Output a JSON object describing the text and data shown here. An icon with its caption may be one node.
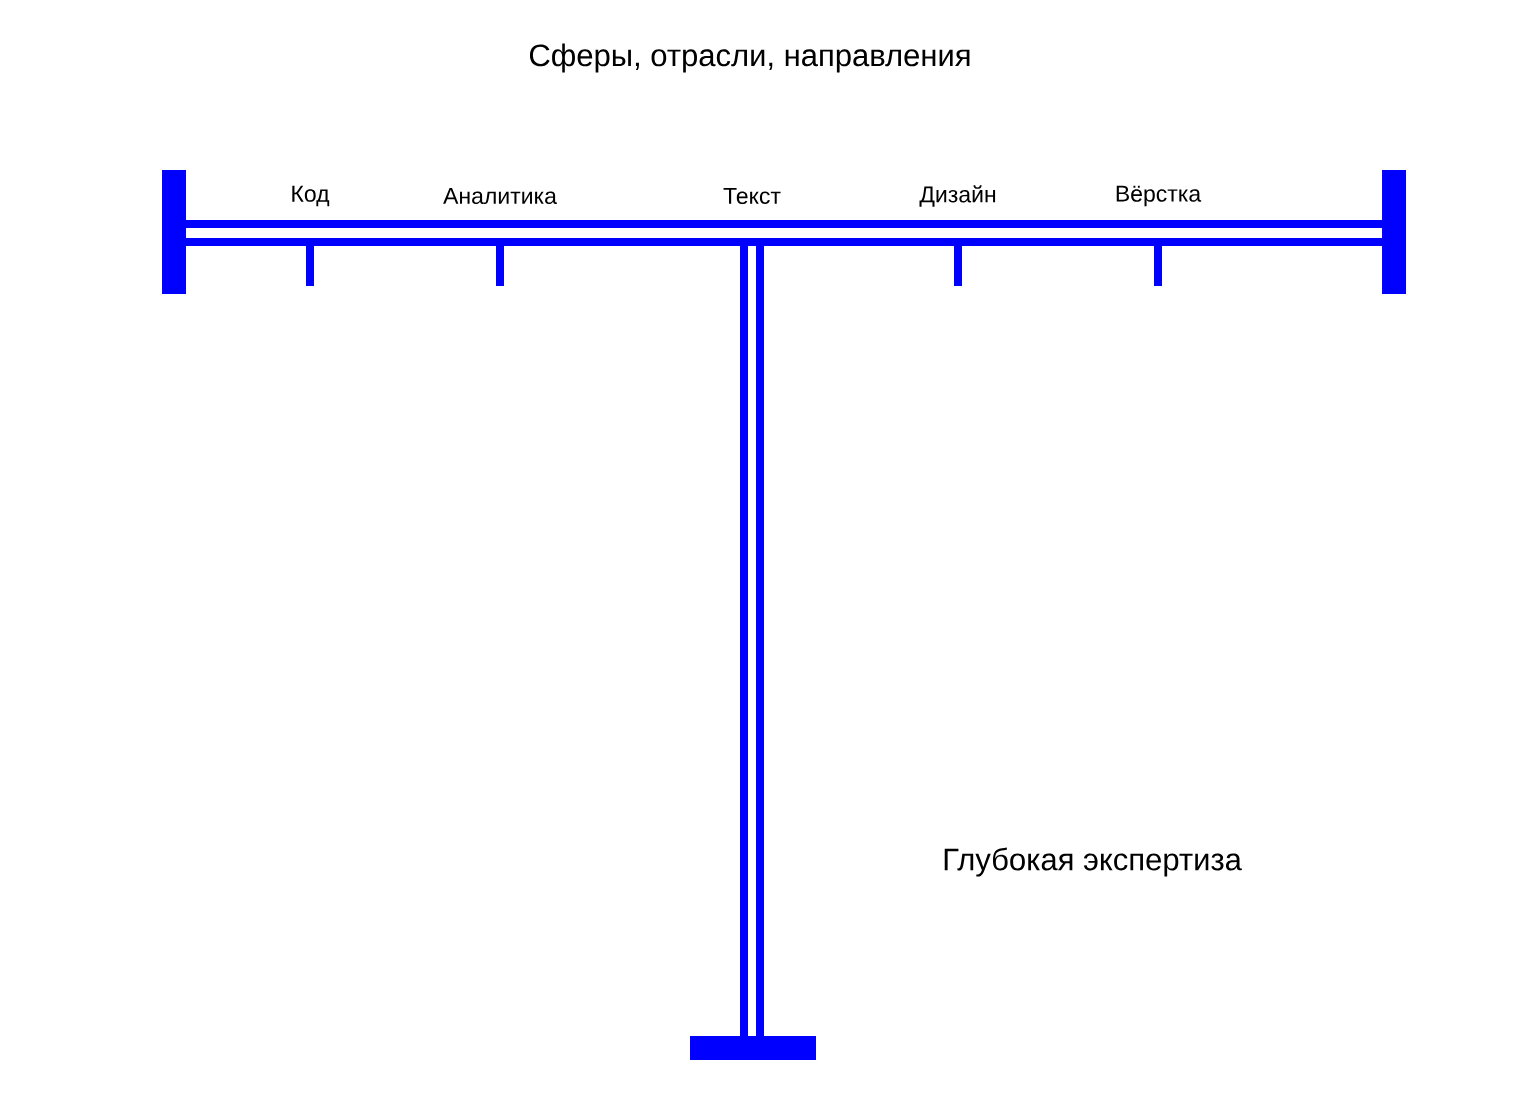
{
  "diagram": {
    "title": "Сферы, отрасли, направления",
    "labels": [
      "Код",
      "Аналитика",
      "Текст",
      "Дизайн",
      "Вёрстка",
      "Глубокая экспертиза"
    ]
  }
}
